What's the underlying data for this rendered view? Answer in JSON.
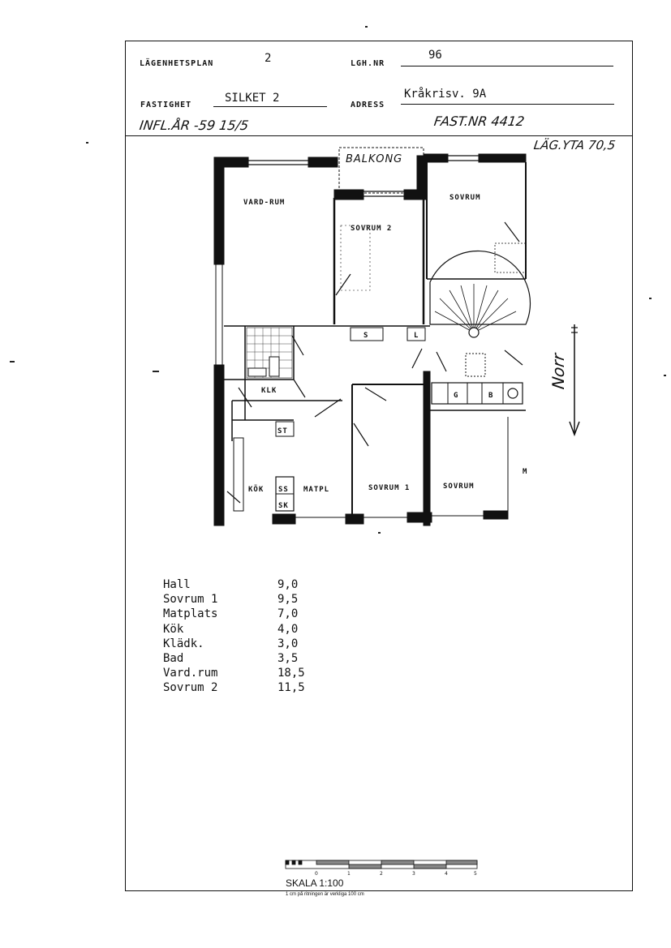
{
  "header": {
    "plan_label": "LÄGENHETSPLAN",
    "plan_number": "2",
    "apt_label": "LGH.NR",
    "apt_number": "96",
    "property_label": "FASTIGHET",
    "property_value": "SILKET 2",
    "address_label": "ADRESS",
    "address_value": "Kråkrisv. 9A",
    "handwritten_left": "INFL.ÅR -59 15/5",
    "handwritten_right": "FAST.NR 4412",
    "handwritten_area": "LÄG.YTA 70,5"
  },
  "plan": {
    "balcony": "BALKONG",
    "north": "Norr",
    "rooms": {
      "vardrum": "VARD-RUM",
      "sovrum2": "SOVRUM 2",
      "sovrum_ne": "SOVRUM",
      "klk": "KLK",
      "st": "ST",
      "kok": "KÖK",
      "ss": "SS",
      "sk": "SK",
      "matpl": "MATPL",
      "sovrum1": "SOVRUM 1",
      "sovrum_se": "SOVRUM",
      "m": "M",
      "s1": "S",
      "l1": "L",
      "g": "G",
      "b": "B"
    }
  },
  "areas": [
    {
      "name": "Hall",
      "value": "9,0"
    },
    {
      "name": "Sovrum 1",
      "value": "9,5"
    },
    {
      "name": "Matplats",
      "value": "7,0"
    },
    {
      "name": "Kök",
      "value": "4,0"
    },
    {
      "name": "Klädk.",
      "value": "3,0"
    },
    {
      "name": "Bad",
      "value": "3,5"
    },
    {
      "name": "Vard.rum",
      "value": "18,5"
    },
    {
      "name": "Sovrum 2",
      "value": "11,5"
    }
  ],
  "scale": {
    "title": "SKALA 1:100",
    "note": "1 cm på ritningen är verkliga 100 cm",
    "ticks": [
      "0",
      "1",
      "2",
      "3",
      "4",
      "5"
    ]
  }
}
